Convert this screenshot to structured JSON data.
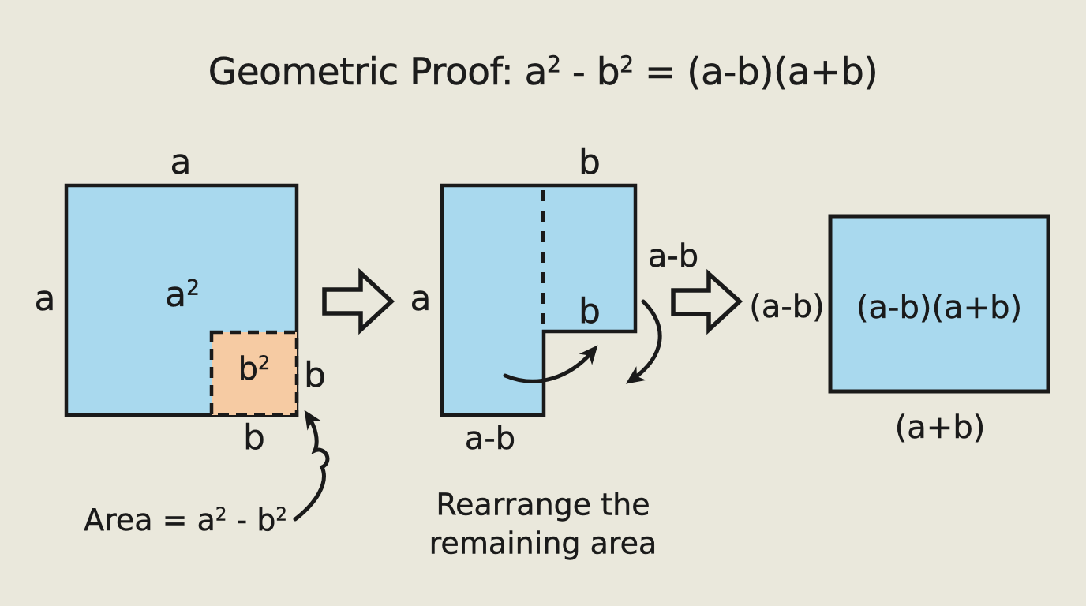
{
  "title": {
    "part1": "Geometric Proof: a",
    "sup1": "2",
    "part2": " - b",
    "sup2": "2",
    "part3": " = (a-b)(a+b)"
  },
  "left_figure": {
    "top_side_label": "a",
    "left_side_label": "a",
    "area_label_base": "a",
    "area_label_sup": "2",
    "cutout_label_base": "b",
    "cutout_label_sup": "2",
    "cutout_right_label": "b",
    "cutout_bottom_label": "b",
    "caption_part1": "Area = a",
    "caption_sup1": "2",
    "caption_part2": " - b",
    "caption_sup2": "2"
  },
  "middle_figure": {
    "top_side_label": "b",
    "left_side_label": "a",
    "right_side_label": "a-b",
    "notch_label": "b",
    "bottom_side_label": "a-b",
    "caption_line1": "Rearrange the",
    "caption_line2": "remaining area"
  },
  "right_figure": {
    "left_side_label": "(a-b)",
    "area_label": "(a-b)(a+b)",
    "bottom_side_label": "(a+b)"
  },
  "colors": {
    "background": "#EAE8DC",
    "shape_fill": "#A9D9EE",
    "cutout_fill": "#F6CBA3",
    "line": "#1A1A1A"
  }
}
